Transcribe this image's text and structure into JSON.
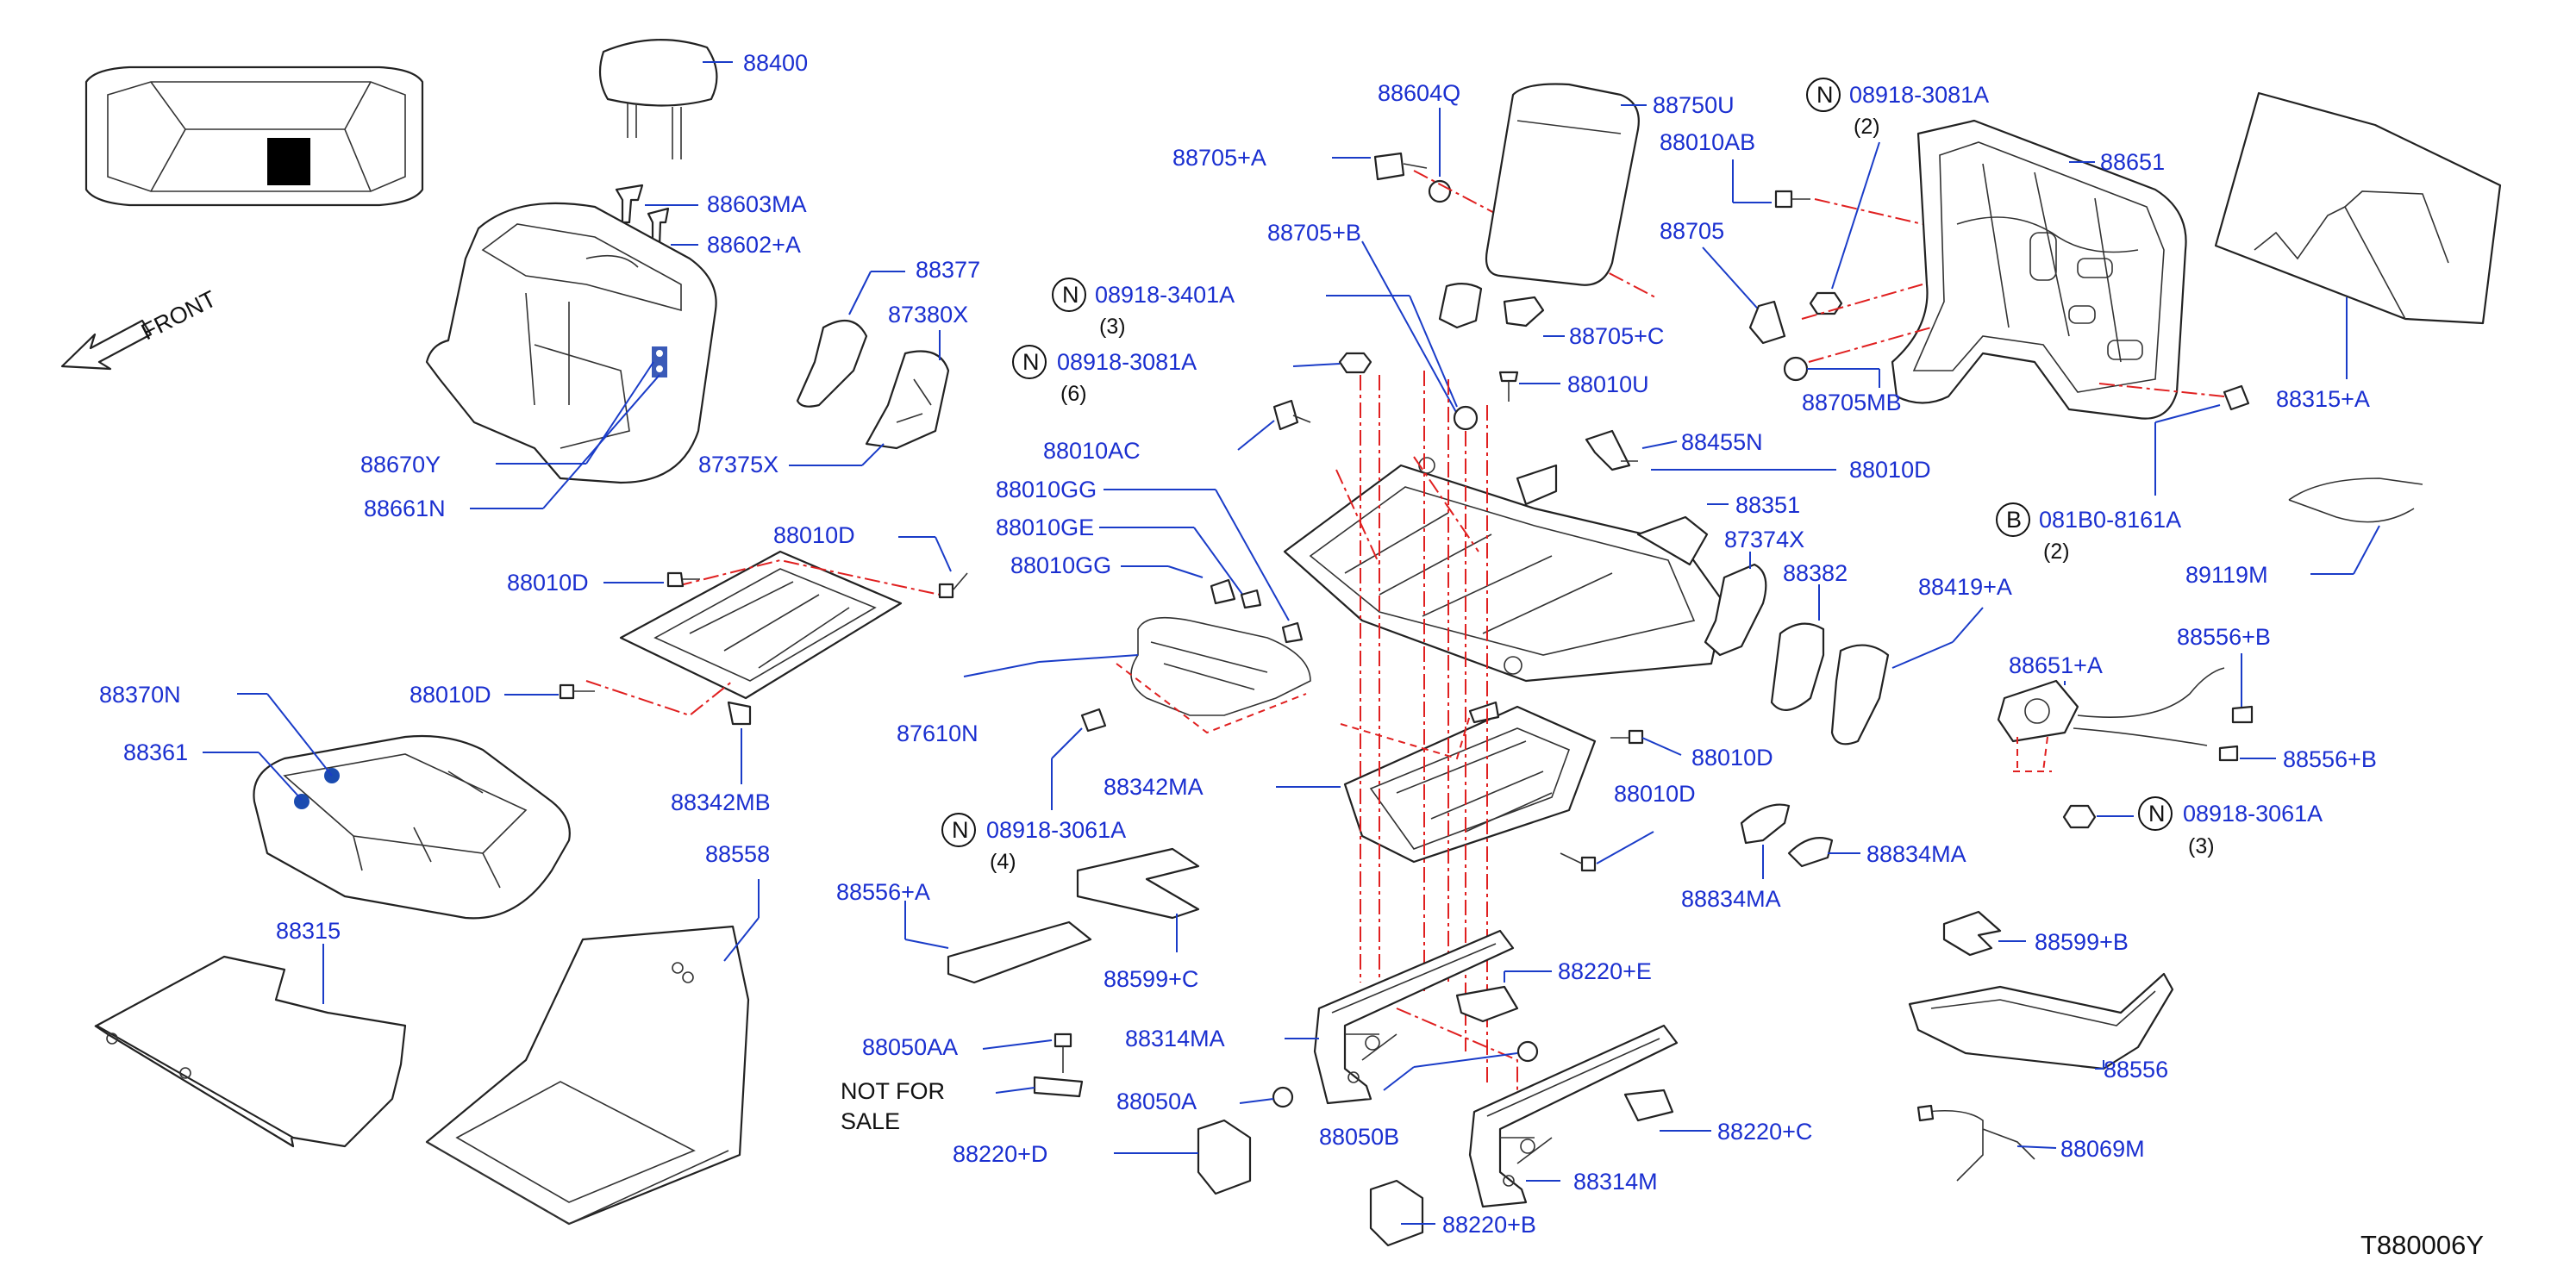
{
  "labels": {
    "p88400": "88400",
    "p88603MA": "88603MA",
    "p88602A": "88602+A",
    "p88377": "88377",
    "p87380X": "87380X",
    "p87375X": "87375X",
    "p88670Y": "88670Y",
    "p88661N": "88661N",
    "p88010D_a": "88010D",
    "p88010D_b": "88010D",
    "p88010D_c": "88010D",
    "p88010D_d": "88010D",
    "p88010D_e": "88010D",
    "p88010D_f": "88010D",
    "p88342MB": "88342MB",
    "p88370N": "88370N",
    "p88361": "88361",
    "p88558": "88558",
    "p88315": "88315",
    "p88604Q": "88604Q",
    "p88750U": "88750U",
    "p88705A": "88705+A",
    "p88705B": "88705+B",
    "p88705C": "88705+C",
    "p88705": "88705",
    "p88705MB": "88705MB",
    "p88010AB": "88010AB",
    "p88010U": "88010U",
    "p88010AC": "88010AC",
    "p88010GG_a": "88010GG",
    "p88010GE": "88010GE",
    "p88010GG_b": "88010GG",
    "p87610N": "87610N",
    "p88342MA": "88342MA",
    "p88556A": "88556+A",
    "p88599C": "88599+C",
    "p88050AA": "88050AA",
    "p88050A": "88050A",
    "p88050B": "88050B",
    "p88314MA": "88314MA",
    "p88314M": "88314M",
    "p88220E": "88220+E",
    "p88220D": "88220+D",
    "p88220C": "88220+C",
    "p88220B": "88220+B",
    "p88651": "88651",
    "p88315A": "88315+A",
    "p88455N": "88455N",
    "p88351": "88351",
    "p87374X": "87374X",
    "p88382": "88382",
    "p88419A": "88419+A",
    "p89119M": "89119M",
    "p88651A": "88651+A",
    "p88556B_a": "88556+B",
    "p88556B_b": "88556+B",
    "p88834MA_a": "88834MA",
    "p88834MA_b": "88834MA",
    "p88599B": "88599+B",
    "p88556": "88556",
    "p88069M": "88069M"
  },
  "callouts": {
    "n3401A": {
      "letter": "N",
      "code": "08918-3401A",
      "qty": "(3)"
    },
    "n3081A_6": {
      "letter": "N",
      "code": "08918-3081A",
      "qty": "(6)"
    },
    "n3081A_2": {
      "letter": "N",
      "code": "08918-3081A",
      "qty": "(2)"
    },
    "n3061A_4": {
      "letter": "N",
      "code": "08918-3061A",
      "qty": "(4)"
    },
    "n3061A_3": {
      "letter": "N",
      "code": "08918-3061A",
      "qty": "(3)"
    },
    "b8161A": {
      "letter": "B",
      "code": "081B0-8161A",
      "qty": "(2)"
    }
  },
  "front_label": "FRONT",
  "not_for_sale": {
    "line1": "NOT  FOR",
    "line2": "SALE"
  },
  "diagram_id": "T880006Y",
  "colors": {
    "label": "#1a2fd0",
    "leader": "#1a3cc8",
    "assembly": "#e02020",
    "outline": "#222222"
  }
}
